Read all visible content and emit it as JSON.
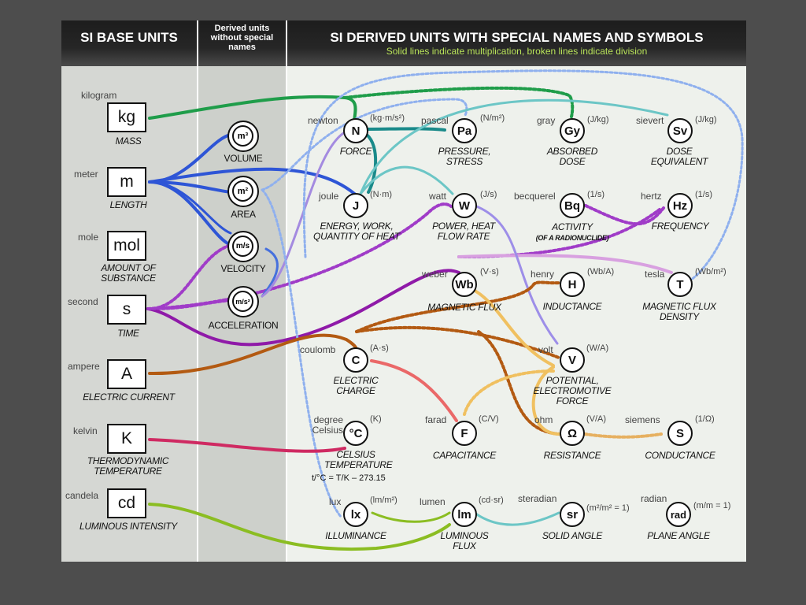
{
  "headers": {
    "base": "SI BASE UNITS",
    "derived_plain": "Derived units without special names",
    "special": "SI DERIVED UNITS WITH SPECIAL NAMES AND SYMBOLS",
    "special_sub": "Solid lines indicate multiplication, broken lines indicate division"
  },
  "base_units": [
    {
      "name": "kilogram",
      "symbol": "kg",
      "quantity": "MASS"
    },
    {
      "name": "meter",
      "symbol": "m",
      "quantity": "LENGTH"
    },
    {
      "name": "mole",
      "symbol": "mol",
      "quantity": "AMOUNT OF SUBSTANCE"
    },
    {
      "name": "second",
      "symbol": "s",
      "quantity": "TIME"
    },
    {
      "name": "ampere",
      "symbol": "A",
      "quantity": "ELECTRIC CURRENT"
    },
    {
      "name": "kelvin",
      "symbol": "K",
      "quantity": "THERMODYNAMIC TEMPERATURE"
    },
    {
      "name": "candela",
      "symbol": "cd",
      "quantity": "LUMINOUS INTENSITY"
    }
  ],
  "derived_plain": [
    {
      "symbol": "m³",
      "quantity": "VOLUME"
    },
    {
      "symbol": "m²",
      "quantity": "AREA"
    },
    {
      "symbol": "m/s",
      "quantity": "VELOCITY"
    },
    {
      "symbol": "m/s²",
      "quantity": "ACCELERATION"
    }
  ],
  "special": {
    "N": {
      "name": "newton",
      "symbol": "N",
      "unit": "(kg·m/s²)",
      "quantity": "FORCE"
    },
    "Pa": {
      "name": "pascal",
      "symbol": "Pa",
      "unit": "(N/m²)",
      "quantity": "PRESSURE, STRESS"
    },
    "Gy": {
      "name": "gray",
      "symbol": "Gy",
      "unit": "(J/kg)",
      "quantity": "ABSORBED DOSE"
    },
    "Sv": {
      "name": "sievert",
      "symbol": "Sv",
      "unit": "(J/kg)",
      "quantity": "DOSE EQUIVALENT"
    },
    "J": {
      "name": "joule",
      "symbol": "J",
      "unit": "(N·m)",
      "quantity": "ENERGY, WORK, QUANTITY OF HEAT"
    },
    "W": {
      "name": "watt",
      "symbol": "W",
      "unit": "(J/s)",
      "quantity": "POWER, HEAT FLOW RATE"
    },
    "Bq": {
      "name": "becquerel",
      "symbol": "Bq",
      "unit": "(1/s)",
      "quantity": "ACTIVITY",
      "quantity2": "(OF A RADIONUCLIDE)"
    },
    "Hz": {
      "name": "hertz",
      "symbol": "Hz",
      "unit": "(1/s)",
      "quantity": "FREQUENCY"
    },
    "Wb": {
      "name": "weber",
      "symbol": "Wb",
      "unit": "(V·s)",
      "quantity": "MAGNETIC FLUX"
    },
    "H": {
      "name": "henry",
      "symbol": "H",
      "unit": "(Wb/A)",
      "quantity": "INDUCTANCE"
    },
    "T": {
      "name": "tesla",
      "symbol": "T",
      "unit": "(Wb/m²)",
      "quantity": "MAGNETIC FLUX DENSITY"
    },
    "C": {
      "name": "coulomb",
      "symbol": "C",
      "unit": "(A·s)",
      "quantity": "ELECTRIC CHARGE"
    },
    "V": {
      "name": "volt",
      "symbol": "V",
      "unit": "(W/A)",
      "quantity": "POTENTIAL, ELECTROMOTIVE FORCE"
    },
    "degC": {
      "name": "degree Celsius",
      "symbol": "°C",
      "unit": "(K)",
      "quantity": "CELSIUS TEMPERATURE",
      "formula": "t/°C = T/K – 273.15"
    },
    "F": {
      "name": "farad",
      "symbol": "F",
      "unit": "(C/V)",
      "quantity": "CAPACITANCE"
    },
    "Ohm": {
      "name": "ohm",
      "symbol": "Ω",
      "unit": "(V/A)",
      "quantity": "RESISTANCE"
    },
    "S": {
      "name": "siemens",
      "symbol": "S",
      "unit": "(1/Ω)",
      "quantity": "CONDUCTANCE"
    },
    "lx": {
      "name": "lux",
      "symbol": "lx",
      "unit": "(lm/m²)",
      "quantity": "ILLUMINANCE"
    },
    "lm": {
      "name": "lumen",
      "symbol": "lm",
      "unit": "(cd·sr)",
      "quantity": "LUMINOUS FLUX"
    },
    "sr": {
      "name": "steradian",
      "symbol": "sr",
      "unit": "(m²/m² = 1)",
      "quantity": "SOLID ANGLE"
    },
    "rad": {
      "name": "radian",
      "symbol": "rad",
      "unit": "(m/m = 1)",
      "quantity": "PLANE ANGLE"
    }
  }
}
